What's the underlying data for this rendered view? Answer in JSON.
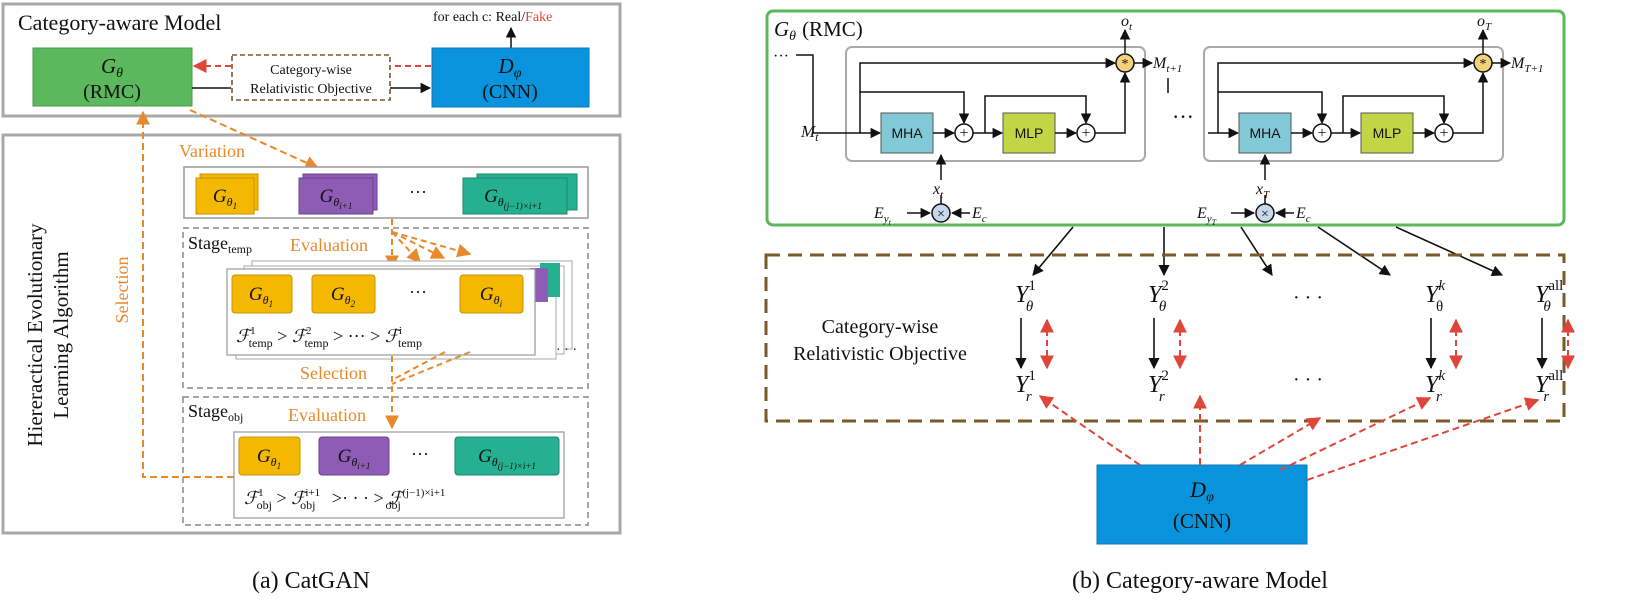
{
  "panel_a": {
    "title": "Category-aware Model",
    "for_each": "for each c: Real/",
    "fake": "Fake",
    "generator": {
      "sym": "G",
      "sub": "θ",
      "label": "(RMC)",
      "color": "#5cb85c"
    },
    "discriminator": {
      "sym": "D",
      "sub": "φ",
      "label": "(CNN)",
      "color": "#0a93dd"
    },
    "objective_l1": "Category-wise",
    "objective_l2": "Relativistic Objective",
    "heal_l1": "Hiereractical Evolutionary",
    "heal_l2": "Learning Algorithm",
    "selection_left": "Selection",
    "variation": "Variation",
    "population": [
      {
        "sub": "θ",
        "subsub": "1",
        "color": "#f5b800"
      },
      {
        "sub": "θ",
        "subsub": "i+1",
        "color": "#8e5bb5"
      },
      {
        "ellipsis": "···"
      },
      {
        "sub": "θ",
        "subsub": "(j−1)×i+1",
        "color": "#25b08f"
      }
    ],
    "stage_temp": {
      "base": "Stage",
      "sub": "temp",
      "evaluation": "Evaluation",
      "selection": "Selection",
      "cards": [
        {
          "sub": "θ",
          "subsub": "1",
          "color": "#f5b800"
        },
        {
          "sub": "θ",
          "subsub": "2",
          "color": "#f5b800"
        },
        {
          "ellipsis": "···"
        },
        {
          "sub": "θ",
          "subsub": "i",
          "color": "#f5b800"
        }
      ],
      "fitness": [
        "1",
        "2",
        "i"
      ],
      "fitness_sub": "temp",
      "dots": "· · ·"
    },
    "stage_obj": {
      "base": "Stage",
      "sub": "obj",
      "evaluation": "Evaluation",
      "cards": [
        {
          "sub": "θ",
          "subsub": "1",
          "color": "#f5b800"
        },
        {
          "sub": "θ",
          "subsub": "i+1",
          "color": "#8e5bb5"
        },
        {
          "ellipsis": "···"
        },
        {
          "sub": "θ",
          "subsub": "(j−1)×i+1",
          "color": "#25b08f"
        }
      ],
      "fitness": [
        "1",
        "i+1",
        "(j−1)×i+1"
      ],
      "fitness_sub": "obj"
    },
    "caption": "(a) CatGAN"
  },
  "panel_b": {
    "rmc_title": "G",
    "rmc_sub": "θ",
    "rmc_label": "(RMC)",
    "mha": "MHA",
    "mlp": "MLP",
    "dots": "···",
    "cell_t": {
      "M_in": "t",
      "x": "t",
      "o": "t",
      "M_out": "t+1",
      "Ey": "y",
      "Ey_sub": "t",
      "Ec": "c"
    },
    "cell_T": {
      "x": "T",
      "o": "T",
      "M_out": "T+1",
      "Ey": "y",
      "Ey_sub": "T",
      "Ec": "c"
    },
    "objective_l1": "Category-wise",
    "objective_l2": "Relativistic Objective",
    "columns": [
      {
        "sup": "1"
      },
      {
        "sup": "2"
      },
      {
        "ellipsis": "· · ·"
      },
      {
        "sup": "k"
      },
      {
        "sup": "all"
      }
    ],
    "discriminator": {
      "sym": "D",
      "sub": "φ",
      "label": "(CNN)",
      "color": "#0a93dd"
    },
    "caption": "(b) Category-aware Model"
  },
  "colors": {
    "orange": "#e8892b",
    "red": "#e0453a",
    "green_border": "#5cb85c",
    "brown_dash": "#7a5a2a",
    "mha": "#82c9d8",
    "mlp": "#c2d645",
    "gold": "#f4d27a"
  }
}
